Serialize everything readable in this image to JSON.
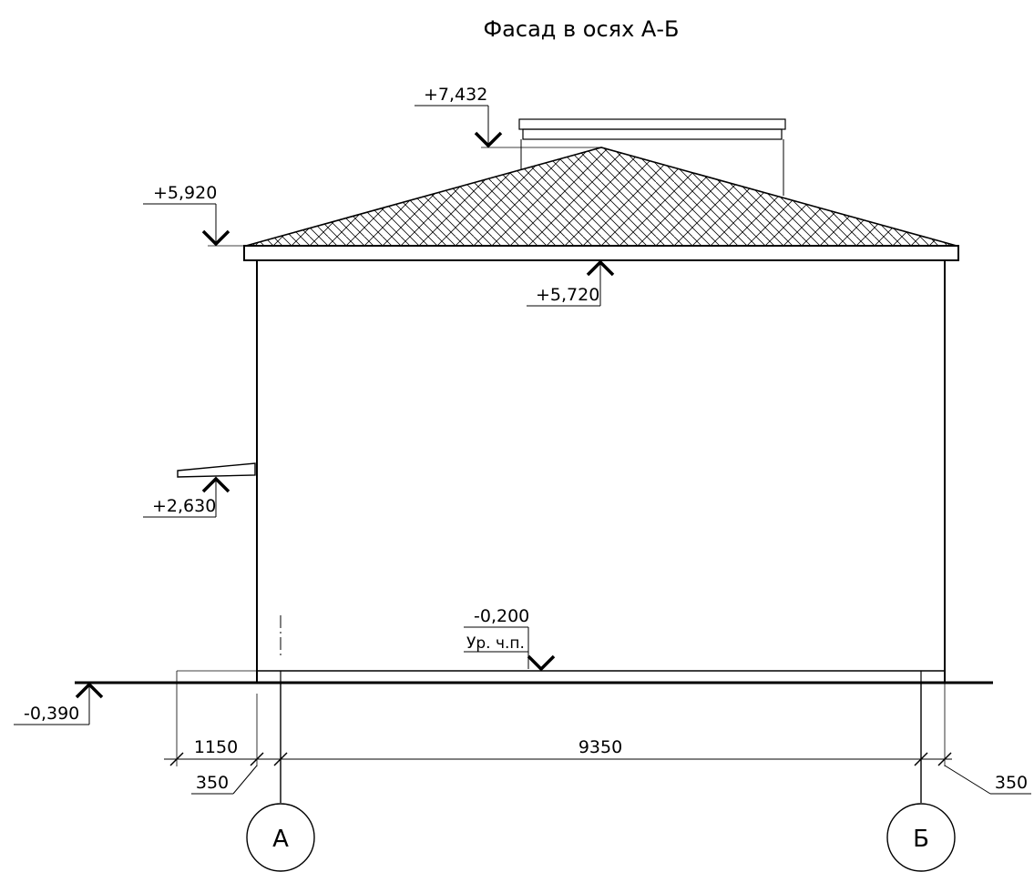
{
  "title": "Фасад в осях А-Б",
  "elevations": {
    "ridge": "+7,432",
    "eaves": "+5,920",
    "eaves_soffit": "+5,720",
    "canopy": "+2,630",
    "floor": "-0,200",
    "floor_caption": "Ур. ч.п.",
    "ground": "-0,390"
  },
  "dimensions": {
    "left_offset": "1150",
    "left_wall": "350",
    "span": "9350",
    "right_wall": "350"
  },
  "axes": {
    "left": "А",
    "right": "Б"
  }
}
